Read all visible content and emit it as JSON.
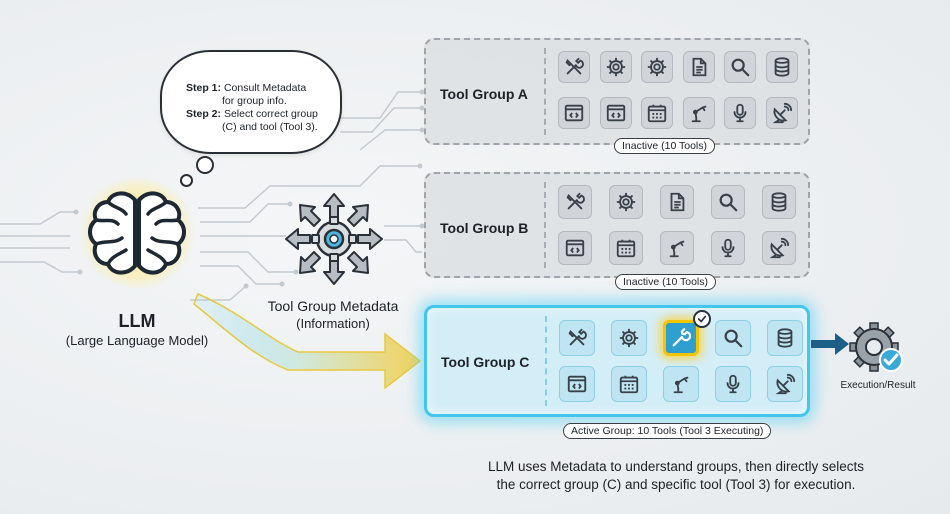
{
  "thought": {
    "step1_label": "Step 1:",
    "step1_text": "Consult Metadata",
    "step1_text2": "for group info.",
    "step2_label": "Step 2:",
    "step2_text": "Select correct group",
    "step2_text2": "(C) and tool (Tool 3)."
  },
  "llm": {
    "title": "LLM",
    "subtitle": "(Large Language Model)"
  },
  "metadata": {
    "title": "Tool Group Metadata",
    "subtitle": "(Information)"
  },
  "groups": [
    {
      "name": "Tool Group A",
      "status": "Inactive (10 Tools)",
      "row1": [
        "wrench-screwdriver-icon",
        "gear-icon",
        "gear-icon",
        "document-icon",
        "magnifier-icon",
        "database-icon"
      ],
      "row2": [
        "code-window-icon",
        "code-window-icon",
        "calendar-icon",
        "robot-arm-icon",
        "microphone-icon",
        "satellite-dish-icon"
      ]
    },
    {
      "name": "Tool Group B",
      "status": "Inactive (10 Tools)",
      "row1": [
        "wrench-screwdriver-icon",
        "gear-icon",
        "document-icon",
        "magnifier-icon",
        "database-icon"
      ],
      "row2": [
        "code-window-icon",
        "calendar-icon",
        "robot-arm-icon",
        "microphone-icon",
        "satellite-dish-icon"
      ]
    },
    {
      "name": "Tool Group C",
      "status": "Active Group: 10 Tools (Tool 3 Executing)",
      "row1": [
        "wrench-screwdriver-icon",
        "gear-icon",
        "wrench-icon",
        "magnifier-icon",
        "database-icon"
      ],
      "row2": [
        "code-window-icon",
        "calendar-icon",
        "robot-arm-icon",
        "microphone-icon",
        "satellite-dish-icon"
      ],
      "selected_tool": "wrench-icon"
    }
  ],
  "execution": {
    "label": "Execution/Result"
  },
  "caption": {
    "line1": "LLM uses Metadata to understand groups, then directly selects",
    "line2": "the correct group (C) and specific tool (Tool 3) for execution."
  },
  "colors": {
    "active_accent": "#42c6ec",
    "selected_tool_border": "#f5c400",
    "arrow_yellow": "#f2d15a",
    "arrow_blue": "#1d5f86"
  }
}
